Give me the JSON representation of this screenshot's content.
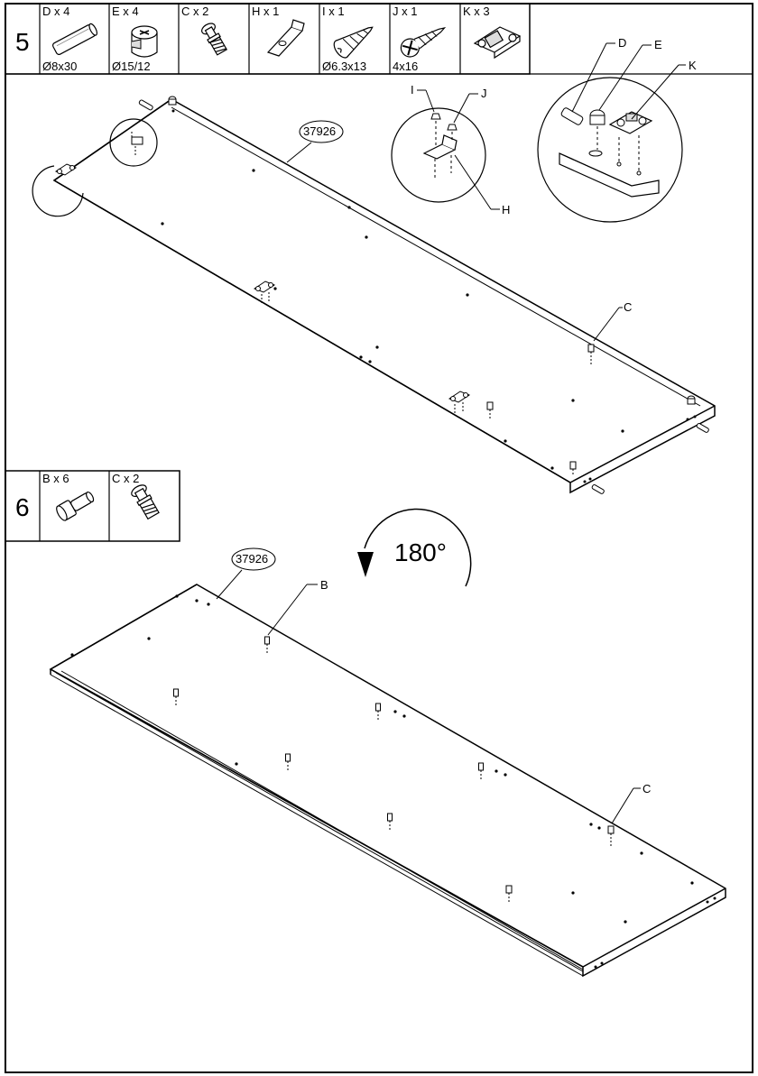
{
  "step5": {
    "number": "5",
    "parts": [
      {
        "id": "D",
        "label": "D x 4",
        "size": "Ø8x30",
        "icon": "dowel-icon"
      },
      {
        "id": "E",
        "label": "E x 4",
        "size": "Ø15/12",
        "icon": "cam-lock-icon"
      },
      {
        "id": "C",
        "label": "C x 2",
        "size": "",
        "icon": "cam-bolt-icon"
      },
      {
        "id": "H",
        "label": "H x 1",
        "size": "",
        "icon": "bracket-icon"
      },
      {
        "id": "I",
        "label": "I x 1",
        "size": "Ø6.3x13",
        "icon": "screw-icon"
      },
      {
        "id": "J",
        "label": "J x 1",
        "size": "4x16",
        "icon": "screw-icon"
      },
      {
        "id": "K",
        "label": "K x 3",
        "size": "",
        "icon": "hinge-plate-icon"
      }
    ],
    "panel_code": "37926",
    "callouts": {
      "c": "C",
      "d": "D",
      "e": "E",
      "k": "K",
      "i": "I",
      "j": "J",
      "h": "H"
    }
  },
  "step6": {
    "number": "6",
    "parts": [
      {
        "id": "B",
        "label": "B x 6",
        "size": "",
        "icon": "shelf-pin-icon"
      },
      {
        "id": "C",
        "label": "C x 2",
        "size": "",
        "icon": "cam-bolt-icon"
      }
    ],
    "panel_code": "37926",
    "rotation": "180°",
    "callouts": {
      "b": "B",
      "c": "C"
    }
  }
}
